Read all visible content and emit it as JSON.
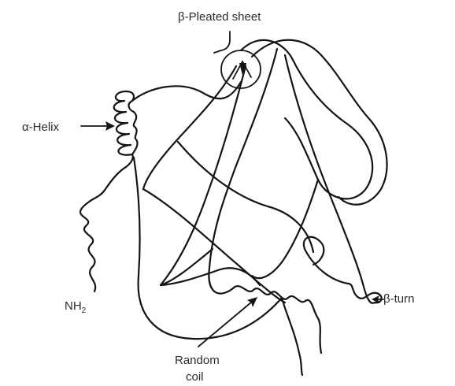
{
  "diagram": {
    "labels": {
      "beta_pleated_sheet": "β-Pleated sheet",
      "alpha_helix": "α-Helix",
      "nh2_main": "NH",
      "nh2_sub": "2",
      "beta_turn": "β-turn",
      "random_coil_line1": "Random",
      "random_coil_line2": "coil"
    },
    "colors": {
      "ink": "#141414",
      "background": "#ffffff"
    }
  }
}
